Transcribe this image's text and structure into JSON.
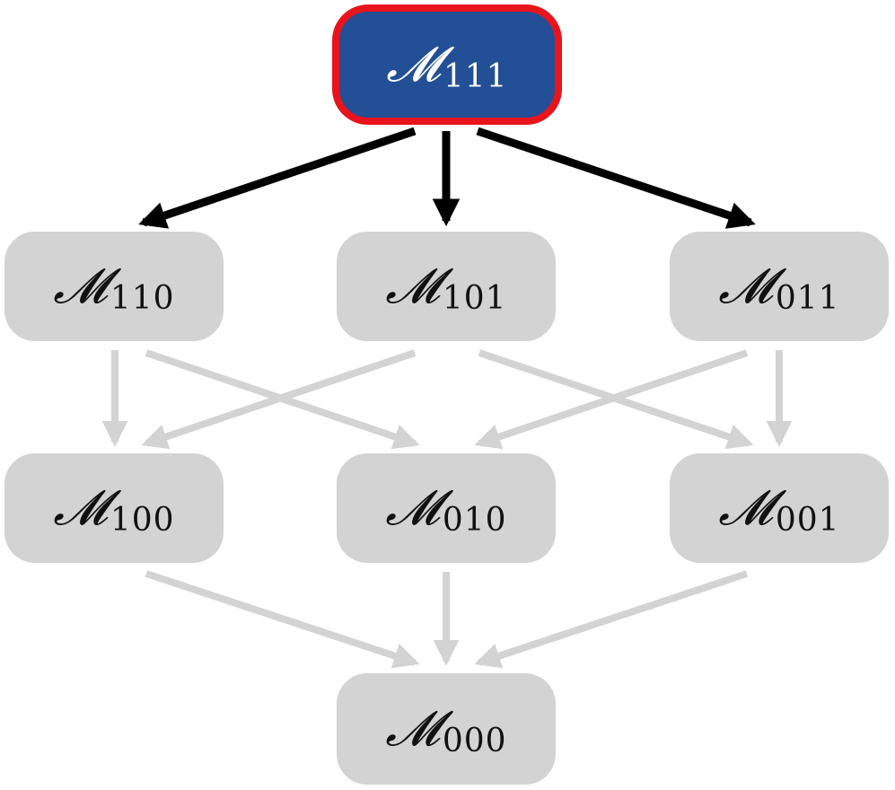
{
  "colors": {
    "active_fill": "#234f96",
    "active_border": "#e8141c",
    "node_fill": "#d3d3d3",
    "active_edge": "#000000",
    "inactive_edge": "#d3d3d3"
  },
  "nodes": {
    "m111": {
      "symbol": "𝓜",
      "sub": "111"
    },
    "m110": {
      "symbol": "𝓜",
      "sub": "110"
    },
    "m101": {
      "symbol": "𝓜",
      "sub": "101"
    },
    "m011": {
      "symbol": "𝓜",
      "sub": "011"
    },
    "m100": {
      "symbol": "𝓜",
      "sub": "100"
    },
    "m010": {
      "symbol": "𝓜",
      "sub": "010"
    },
    "m001": {
      "symbol": "𝓜",
      "sub": "001"
    },
    "m000": {
      "symbol": "𝓜",
      "sub": "000"
    }
  }
}
